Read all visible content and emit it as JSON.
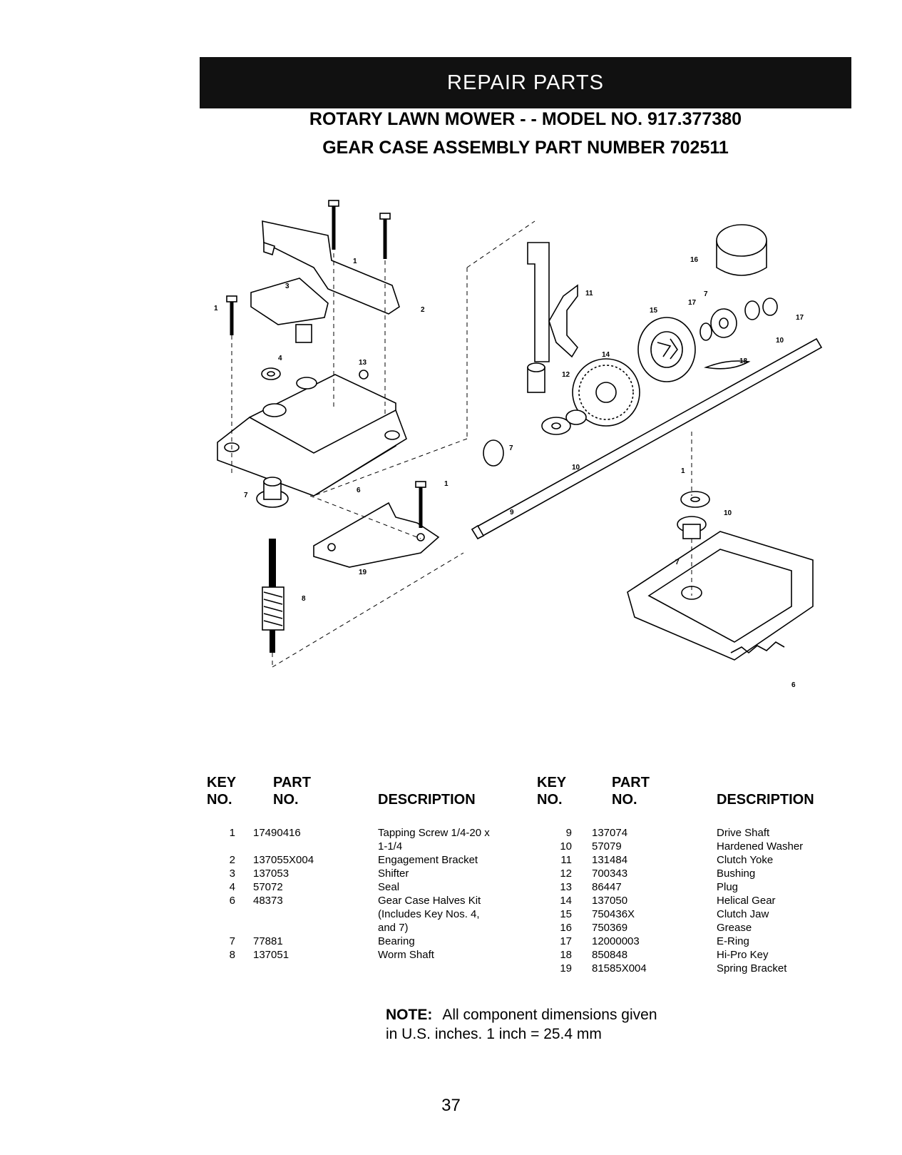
{
  "header": {
    "banner": "REPAIR PARTS",
    "title_line1": "ROTARY LAWN MOWER - - MODEL NO. 917.377380",
    "title_line2": "GEAR CASE ASSEMBLY PART NUMBER  702511"
  },
  "diagram": {
    "callouts": [
      "1",
      "1",
      "1",
      "2",
      "3",
      "4",
      "6",
      "6",
      "7",
      "7",
      "7",
      "8",
      "9",
      "10",
      "10",
      "10",
      "11",
      "12",
      "13",
      "14",
      "15",
      "16",
      "17",
      "17",
      "18",
      "19"
    ]
  },
  "table": {
    "headers": {
      "key_line1": "KEY",
      "key_line2": "NO.",
      "part_line1": "PART",
      "part_line2": "NO.",
      "description": "DESCRIPTION"
    },
    "left": [
      {
        "key": "1",
        "part": "17490416",
        "desc": [
          "Tapping Screw  1/4-20 x",
          "1-1/4"
        ]
      },
      {
        "key": "2",
        "part": "137055X004",
        "desc": [
          "Engagement Bracket"
        ]
      },
      {
        "key": "3",
        "part": "137053",
        "desc": [
          "Shifter"
        ]
      },
      {
        "key": "4",
        "part": "57072",
        "desc": [
          "Seal"
        ]
      },
      {
        "key": "6",
        "part": "48373",
        "desc": [
          "Gear Case Halves Kit",
          "(Includes Key Nos. 4,",
          "and 7)"
        ]
      },
      {
        "key": "7",
        "part": "77881",
        "desc": [
          "Bearing"
        ]
      },
      {
        "key": "8",
        "part": "137051",
        "desc": [
          "Worm Shaft"
        ]
      }
    ],
    "right": [
      {
        "key": "9",
        "part": "137074",
        "desc": "Drive Shaft"
      },
      {
        "key": "10",
        "part": "57079",
        "desc": "Hardened Washer"
      },
      {
        "key": "11",
        "part": "131484",
        "desc": "Clutch Yoke"
      },
      {
        "key": "12",
        "part": "700343",
        "desc": "Bushing"
      },
      {
        "key": "13",
        "part": "86447",
        "desc": "Plug"
      },
      {
        "key": "14",
        "part": "137050",
        "desc": "Helical Gear"
      },
      {
        "key": "15",
        "part": "750436X",
        "desc": "Clutch Jaw"
      },
      {
        "key": "16",
        "part": "750369",
        "desc": "Grease"
      },
      {
        "key": "17",
        "part": "12000003",
        "desc": "E-Ring"
      },
      {
        "key": "18",
        "part": "850848",
        "desc": "Hi-Pro Key"
      },
      {
        "key": "19",
        "part": "81585X004",
        "desc": "Spring Bracket"
      }
    ]
  },
  "note": {
    "label": "NOTE:",
    "line1": "All component dimensions given",
    "line2": "in U.S. inches. 1 inch = 25.4 mm"
  },
  "page_number": "37"
}
